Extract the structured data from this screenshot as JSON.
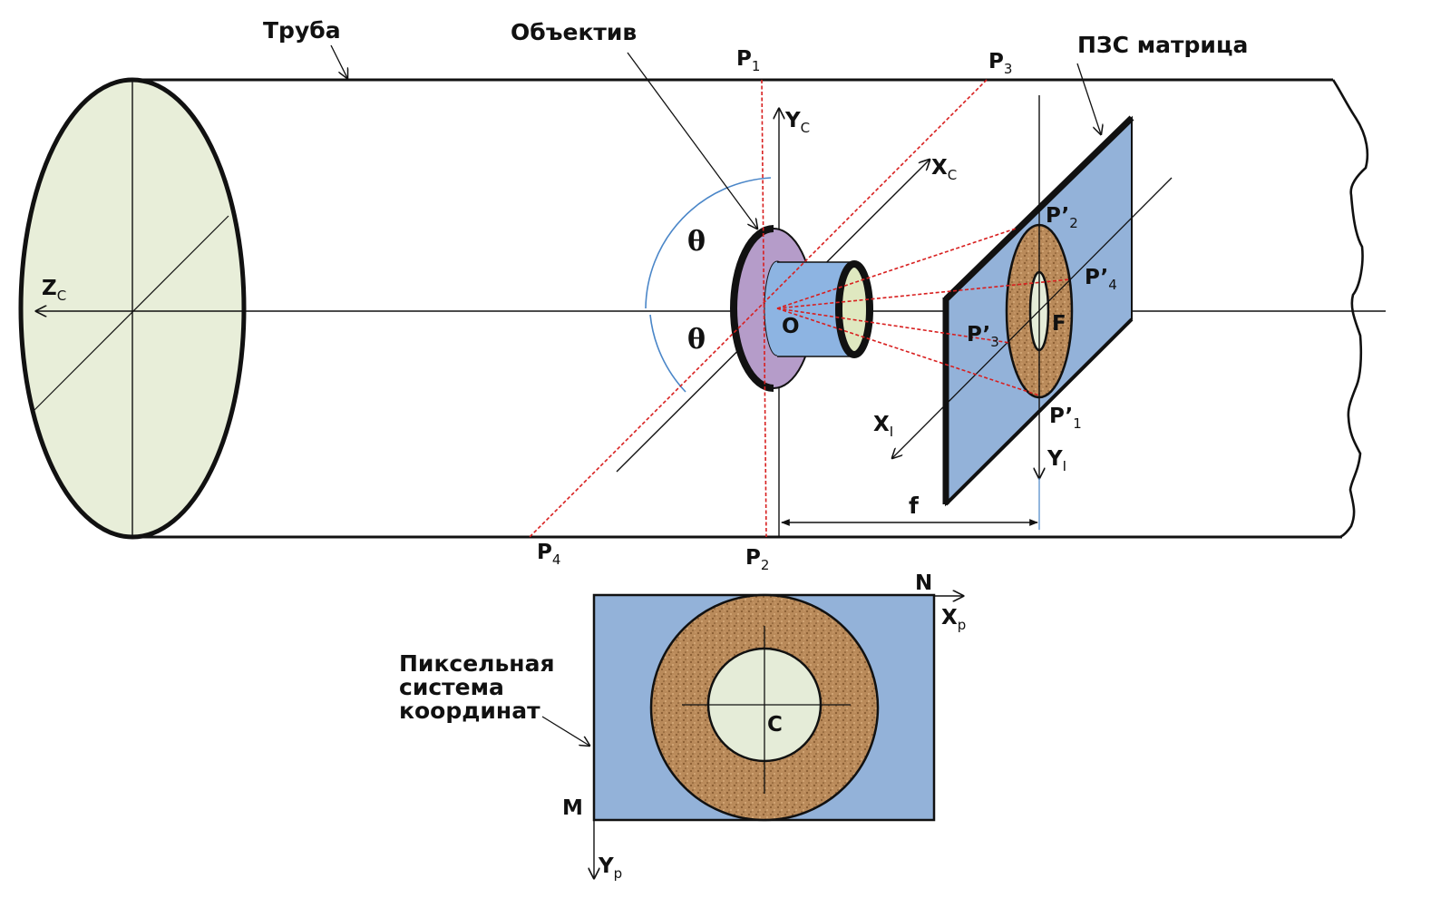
{
  "diagram": {
    "title_labels": {
      "pipe": "Труба",
      "lens": "Объектив",
      "ccd": "ПЗС матрица",
      "pixel_system": [
        "Пиксельная",
        "система",
        "координат"
      ]
    },
    "axes": {
      "zc": {
        "main": "Z",
        "sub": "C"
      },
      "yc": {
        "main": "Y",
        "sub": "C"
      },
      "xc": {
        "main": "X",
        "sub": "C"
      },
      "xi": {
        "main": "X",
        "sub": "I"
      },
      "yi": {
        "main": "Y",
        "sub": "I"
      },
      "xp": {
        "main": "X",
        "sub": "p"
      },
      "yp": {
        "main": "Y",
        "sub": "p"
      }
    },
    "points": {
      "p1": {
        "main": "P",
        "sub": "1"
      },
      "p2": {
        "main": "P",
        "sub": "2"
      },
      "p3": {
        "main": "P",
        "sub": "3"
      },
      "p4": {
        "main": "P",
        "sub": "4"
      },
      "p1_img": {
        "main": "P’",
        "sub": "1"
      },
      "p2_img": {
        "main": "P’",
        "sub": "2"
      },
      "p3_img": {
        "main": "P’",
        "sub": "3"
      },
      "p4_img": {
        "main": "P’",
        "sub": "4"
      },
      "origin": "O",
      "focus": "F",
      "center": "C",
      "m": "M",
      "n": "N"
    },
    "angle_label": "θ",
    "focal_length_label": "f",
    "colors": {
      "pipe_end_fill": "#e8eed9",
      "lens_ring": "#b59cc9",
      "lens_body": "#8db4e2",
      "lens_glass": "#dfe8c0",
      "ccd_plane": "#93b2d9",
      "deposit_ring": "#b98a5a",
      "inner_hole": "#e5ecd8",
      "ray": "#d81f1f",
      "angle_arc": "#4a86c8"
    }
  }
}
